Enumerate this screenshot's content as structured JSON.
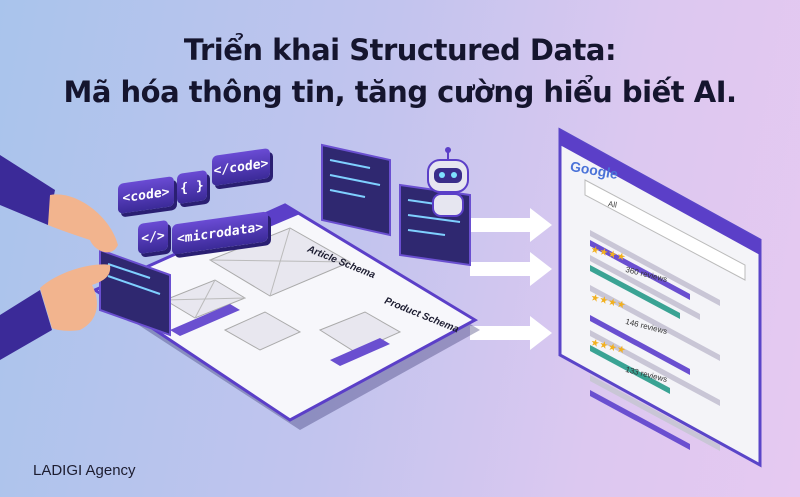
{
  "title": {
    "line1": "Triển khai Structured Data:",
    "line2": "Mã hóa thông tin, tăng cường hiểu biết AI."
  },
  "brand": "LADIGI Agency",
  "code_tags": [
    "<code>",
    "{ }",
    "</code>",
    "</>",
    "<microdata>"
  ],
  "schema_labels": [
    "Article Schema",
    "Product Schema"
  ],
  "search": {
    "logo": "Google",
    "tab": "All",
    "reviews": [
      "360 reviews",
      "146 reviews",
      "133 reviews"
    ]
  },
  "colors": {
    "accent": "#5b3fc8",
    "teal": "#3aa394",
    "star": "#f2b01e"
  }
}
